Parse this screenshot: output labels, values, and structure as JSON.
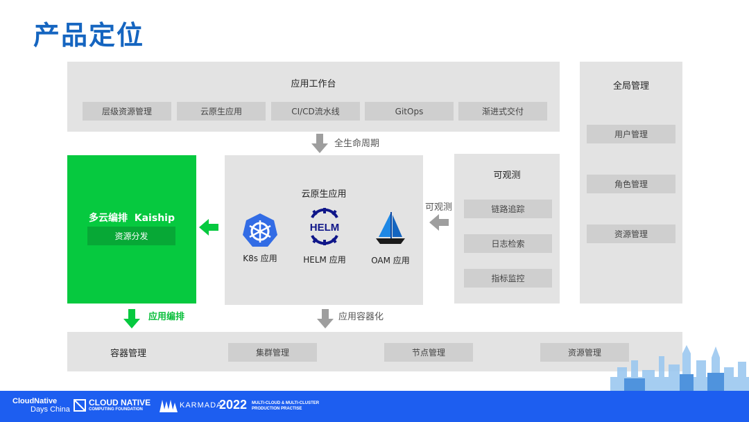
{
  "page": {
    "title": "产品定位"
  },
  "workbench": {
    "title": "应用工作台",
    "items": [
      "层级资源管理",
      "云原生应用",
      "CI/CD流水线",
      "GitOps",
      "渐进式交付"
    ]
  },
  "global": {
    "title": "全局管理",
    "items": [
      "用户管理",
      "角色管理",
      "资源管理"
    ]
  },
  "arrows": {
    "lifecycle": "全生命周期",
    "observe": "可观测",
    "containerize": "应用容器化",
    "orchestrate": "应用编排"
  },
  "kaiship": {
    "title": "多云编排  Kaiship",
    "sub": "资源分发"
  },
  "cloudnative": {
    "title": "云原生应用",
    "apps": [
      {
        "label": "K8s 应用",
        "icon": "kubernetes-icon"
      },
      {
        "label": "HELM 应用",
        "icon": "helm-icon",
        "logo_text": "HELM"
      },
      {
        "label": "OAM 应用",
        "icon": "sailboat-icon"
      }
    ]
  },
  "observability": {
    "title": "可观测",
    "items": [
      "链路追踪",
      "日志检索",
      "指标监控"
    ]
  },
  "container": {
    "title": "容器管理",
    "items": [
      "集群管理",
      "节点管理",
      "资源管理"
    ]
  },
  "footer": {
    "cn_line1": "CloudNative",
    "cn_line2": "Days China",
    "cncf_line1": "CLOUD NATIVE",
    "cncf_line2": "COMPUTING FOUNDATION",
    "karmada": "KARMADA",
    "year": "2022",
    "tag_line1": "MULTI-CLOUD & MULTI-CLUSTER",
    "tag_line2": "PRODUCTION PRACTISE"
  },
  "colors": {
    "title": "#1565c0",
    "green": "#06c93f",
    "panel": "#e3e3e3",
    "chip": "#cfcfcf",
    "footer": "#1d5ef0"
  }
}
